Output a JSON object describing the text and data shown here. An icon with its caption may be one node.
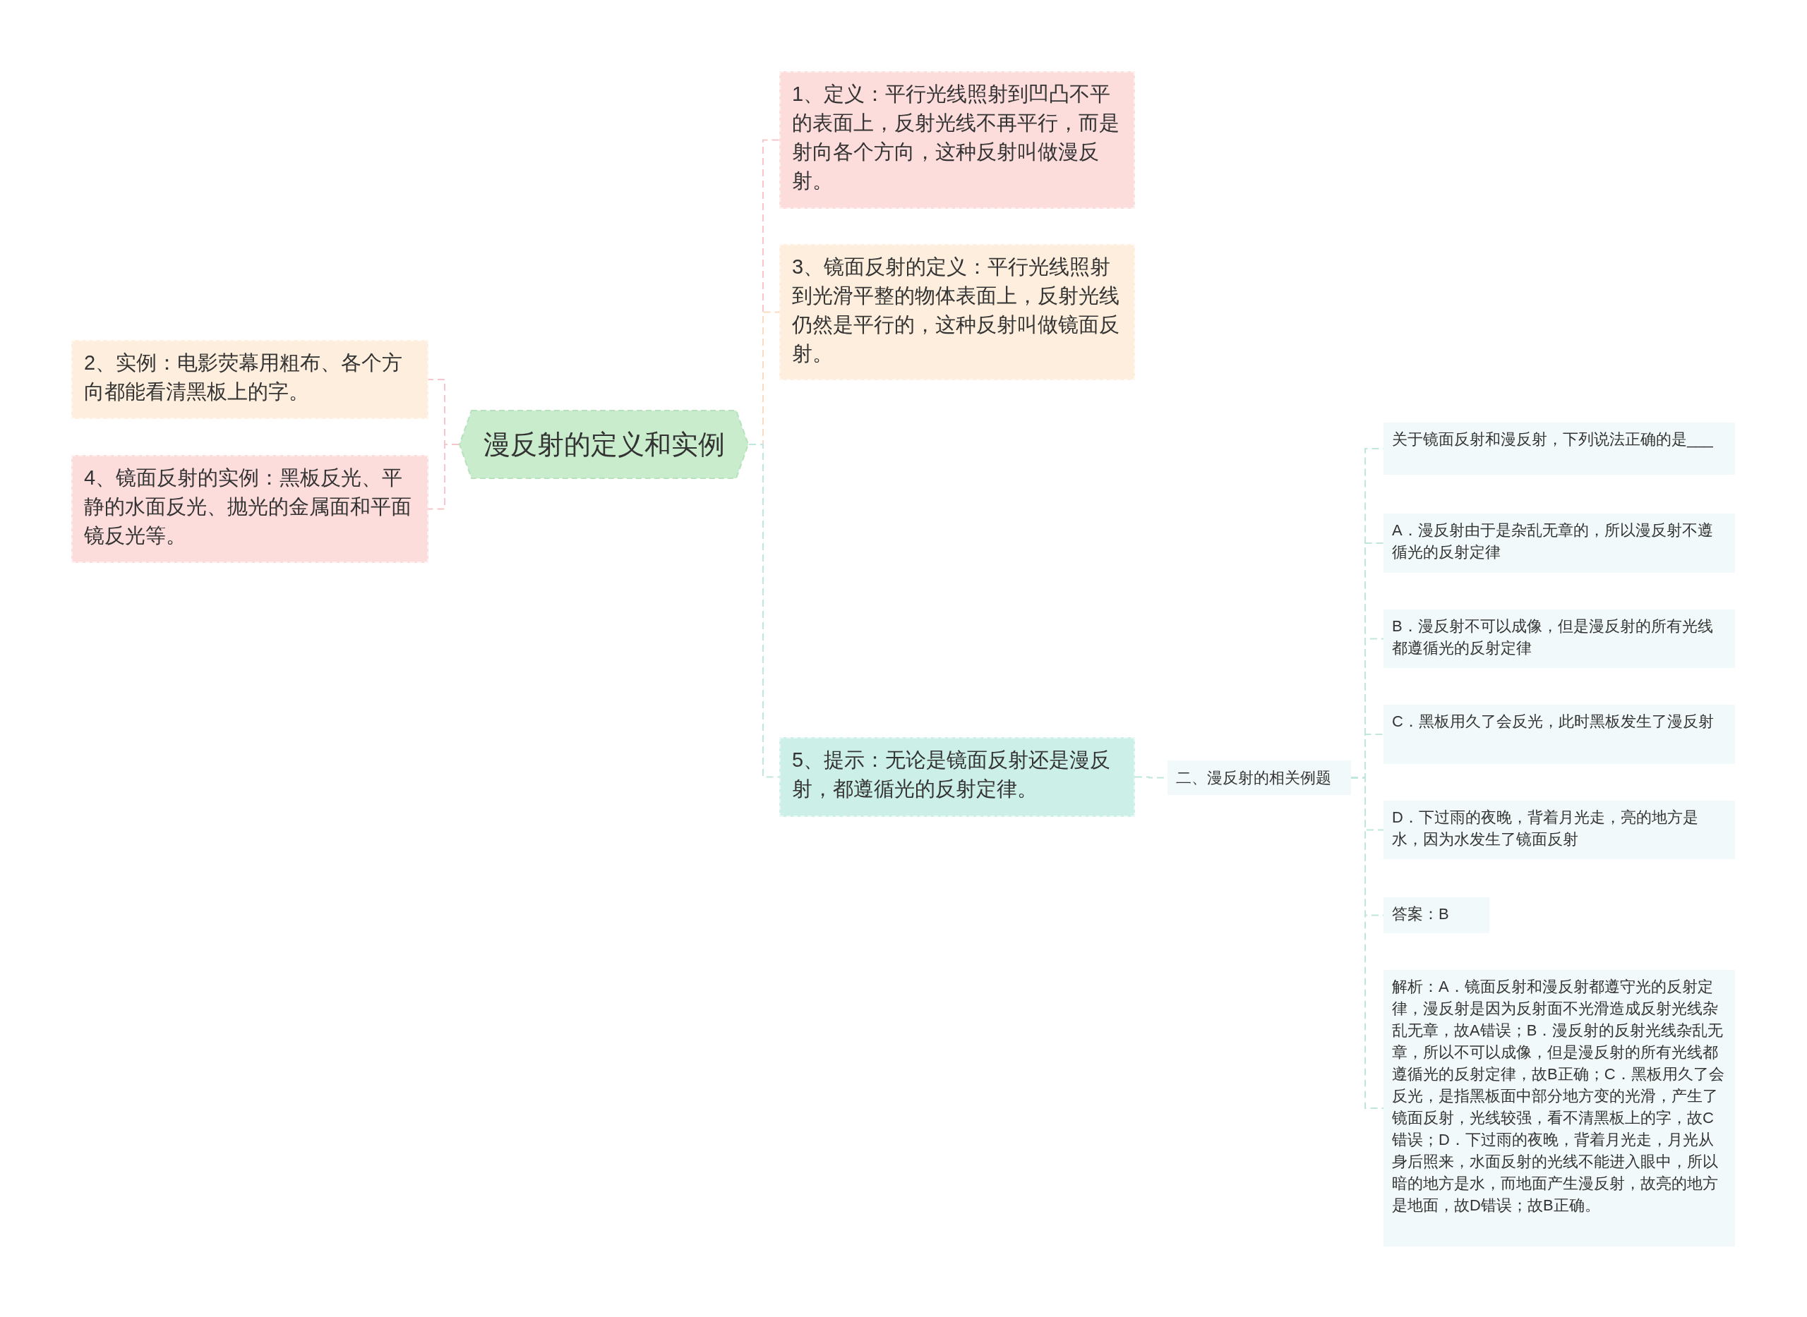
{
  "diagram": {
    "nodes": [
      {
        "text": [
          "漫反射的定义和实例"
        ]
      },
      {
        "text": [
          "1、定义：平行光线照射到凹凸不平的表面上，反射光线不再平行，而是射向各个方向，这种反射叫做漫反射。"
        ]
      },
      {
        "text": [
          "3、镜面反射的定义：平行光线照射到光滑平整的物体表面上，反射光线仍然是平行的，这种反射叫做镜面反射。"
        ]
      },
      {
        "text": [
          "2、实例：电影荧幕用粗布、各个方向都能看清黑板上的字。"
        ]
      },
      {
        "text": [
          "4、镜面反射的实例：黑板反光、平静的水面反光、抛光的金属面和平面镜反光等。"
        ]
      },
      {
        "text": [
          "5、提示：无论是镜面反射还是漫反射，都遵循光的反射定律。"
        ]
      },
      {
        "text": [
          "二、漫反射的相关例题"
        ]
      },
      {
        "text": [
          "关于镜面反射和漫反射，下列说法正确的是___"
        ]
      },
      {
        "text": [
          "A．漫反射由于是杂乱无章的，所以漫反射不遵循光的反射定律"
        ]
      },
      {
        "text": [
          "B．漫反射不可以成像，但是漫反射的所有光线都遵循光的反射定律"
        ]
      },
      {
        "text": [
          "C．黑板用久了会反光，此时黑板发生了漫反射"
        ]
      },
      {
        "text": [
          "D．下过雨的夜晚，背着月光走，亮的地方是水，因为水发生了镜面反射"
        ]
      },
      {
        "text": [
          "答案：B"
        ]
      },
      {
        "text": [
          "解析：A．镜面反射和漫反射都遵守光的反射定律，漫反射是因为反射面不光滑造成反射光线杂乱无章，故A错误；B．漫反射的反射光线杂乱无章，所以不可以成像，但是漫反射的所有光线都遵循光的反射定律，故B正确；C．黑板用久了会反光，是指黑板面中部分地方变的光滑，产生了镜面反射，光线较强，看不清黑板上的字，故C错误；D．下过雨的夜晚，背着月光走，月光从身后照来，水面反射的光线不能进入眼中，所以暗的地方是水，而地面产生漫反射，故亮的地方是地面，故D错误；故B正确。"
        ]
      }
    ],
    "edges": [
      {
        "from": 0,
        "to": 1,
        "arrow": "none",
        "style": "dashed",
        "color": "#f6c6cc"
      },
      {
        "from": 0,
        "to": 2,
        "arrow": "none",
        "style": "dashed",
        "color": "#fbdcc0"
      },
      {
        "from": 0,
        "to": 5,
        "arrow": "none",
        "style": "dashed"
      },
      {
        "from": 0,
        "to": 3,
        "arrow": "none",
        "style": "dashed",
        "color": "#f6c6cc"
      },
      {
        "from": 0,
        "to": 4,
        "arrow": "none",
        "style": "dashed",
        "color": "#f6c6cc"
      },
      {
        "from": 5,
        "to": 6,
        "arrow": "none",
        "style": "dashed"
      },
      {
        "from": 6,
        "to": 7,
        "arrow": "none",
        "style": "dashed"
      },
      {
        "from": 6,
        "to": 8,
        "arrow": "none",
        "style": "dashed"
      },
      {
        "from": 6,
        "to": 9,
        "arrow": "none",
        "style": "dashed"
      },
      {
        "from": 6,
        "to": 10,
        "arrow": "none",
        "style": "dashed"
      },
      {
        "from": 6,
        "to": 11,
        "arrow": "none",
        "style": "dashed"
      },
      {
        "from": 6,
        "to": 12,
        "arrow": "none",
        "style": "dashed"
      },
      {
        "from": 6,
        "to": 13,
        "arrow": "none",
        "style": "dashed"
      }
    ]
  }
}
